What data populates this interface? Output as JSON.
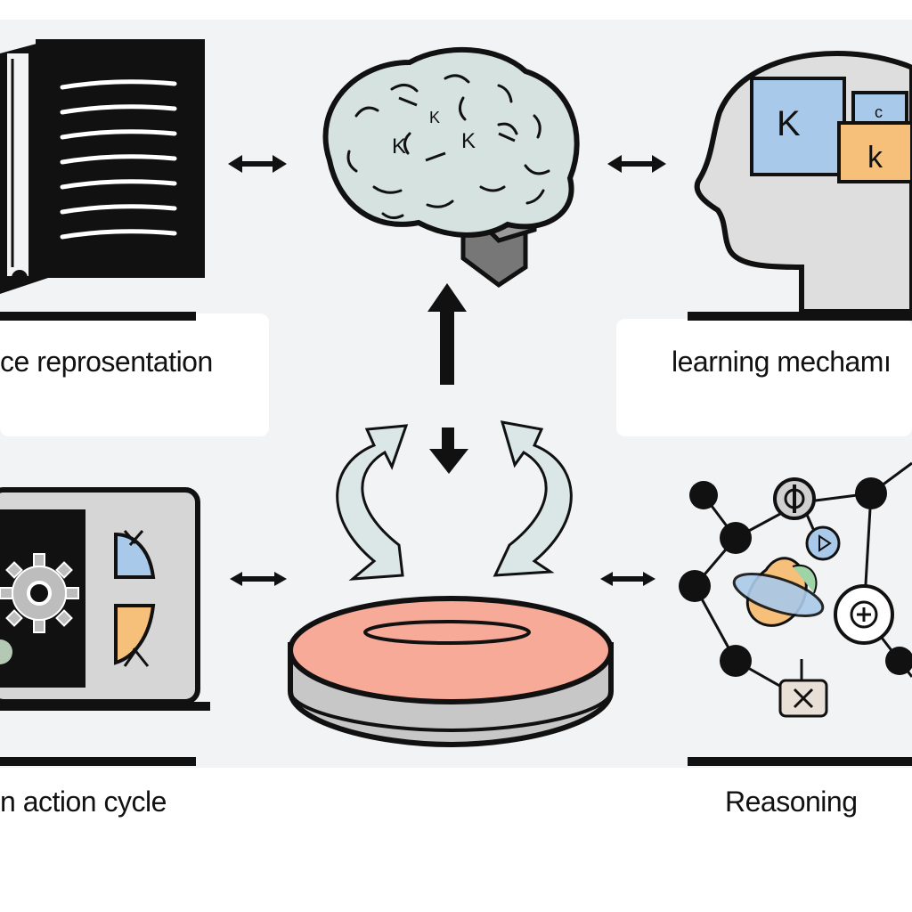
{
  "labels": {
    "knowledge_representation": "ce reprosentation",
    "learning_mechanism": "learning mechamı",
    "perception_action_cycle": "n action cycle",
    "reasoning": "Reasoning"
  },
  "icon_text": {
    "brain_letters": [
      "K",
      "K",
      "K"
    ],
    "blue_box_letter": "K",
    "small_box_letter": "c",
    "orange_box_letter": "k"
  },
  "colors": {
    "brain_fill": "#d5e2e0",
    "blue_box": "#a9c9ea",
    "orange_box": "#f6c07a",
    "disc_top": "#f7aa97",
    "disc_side": "#c7c7c7",
    "curved_arrow": "#dbe6e6",
    "ink": "#111111"
  }
}
